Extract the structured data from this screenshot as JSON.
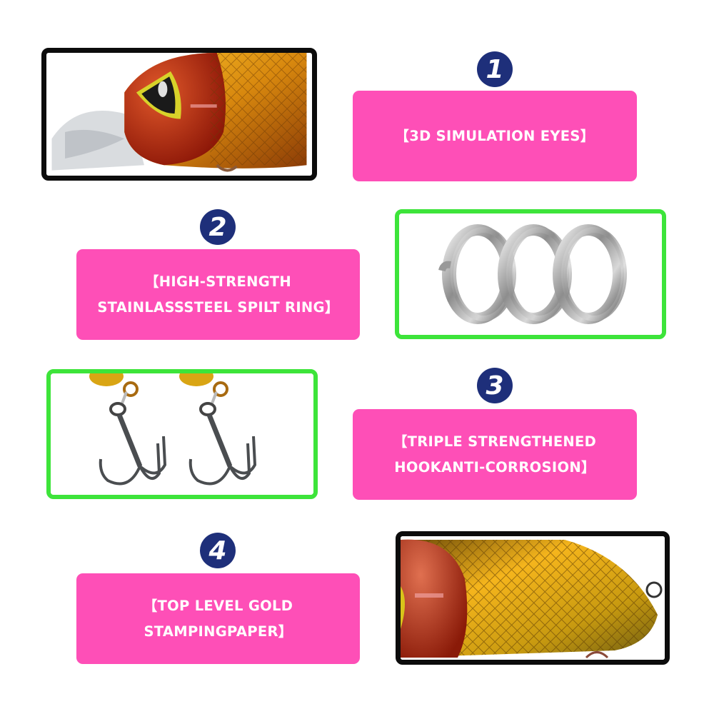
{
  "features": [
    {
      "number": "1",
      "line1": "【3D SIMULATION EYES】",
      "line2": "",
      "image": "lure-head-eye-closeup"
    },
    {
      "number": "2",
      "line1": "【HIGH-STRENGTH",
      "line2": "STAINLASSSTEEL SPILT RING】",
      "image": "split-rings"
    },
    {
      "number": "3",
      "line1": "【TRIPLE STRENGTHENED",
      "line2": "HOOKANTI-CORROSION】",
      "image": "treble-hooks"
    },
    {
      "number": "4",
      "line1": "【TOP LEVEL GOLD",
      "line2": "STAMPINGPAPER】",
      "image": "lure-body-scales-closeup"
    }
  ],
  "colors": {
    "label_bg": "#fe4fb7",
    "badge_bg": "#1e2f7a",
    "frame_black": "#0c0c0c",
    "frame_green": "#3de43a"
  }
}
